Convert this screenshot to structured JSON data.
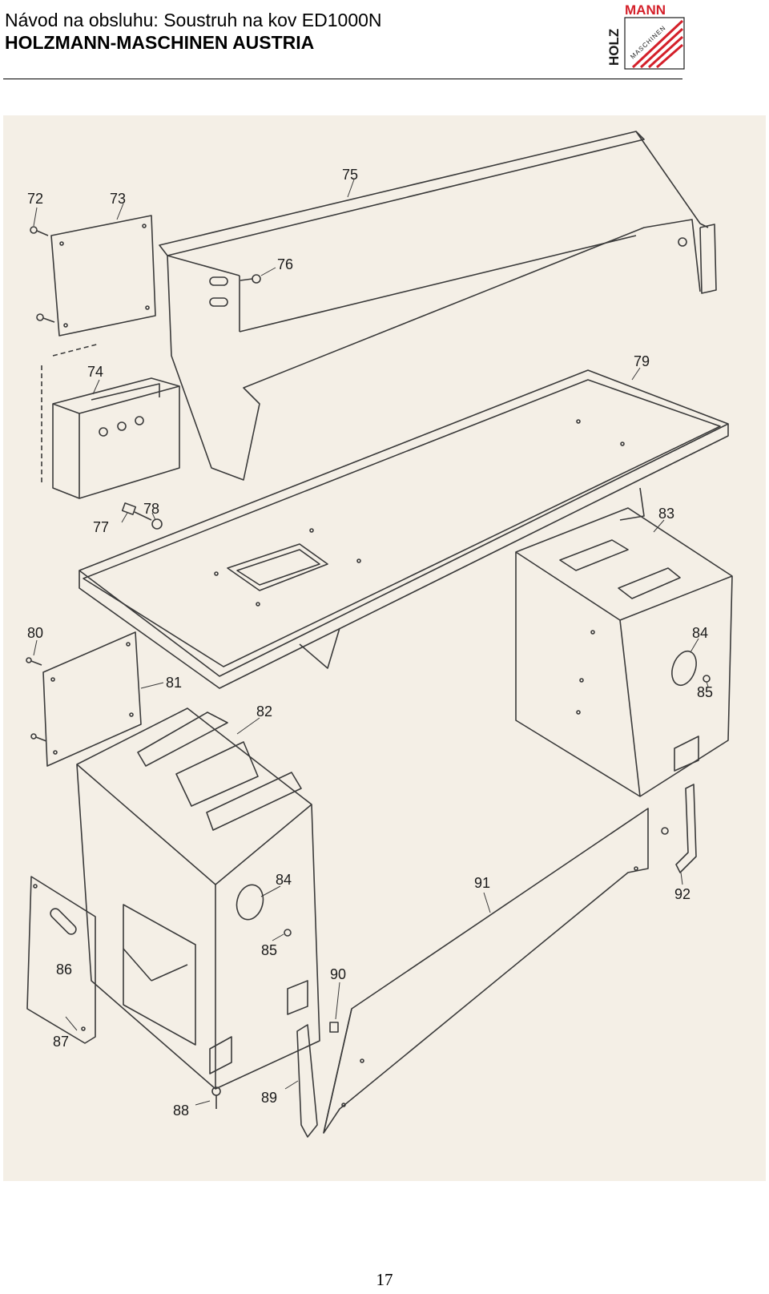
{
  "header": {
    "title": "Návod na obsluhu: Soustruh na kov ED1000N",
    "company": "HOLZMANN-MASCHINEN AUSTRIA"
  },
  "logo": {
    "word_top": "MANN",
    "word_side": "HOLZ",
    "word_diag": "MASCHINEN",
    "accent_color": "#d4202a"
  },
  "diagram": {
    "paper_color": "#f4efe6",
    "line_color": "#3a3a3a",
    "callouts": [
      "72",
      "73",
      "74",
      "75",
      "76",
      "77",
      "78",
      "79",
      "80",
      "81",
      "82",
      "83",
      "84",
      "84",
      "85",
      "85",
      "86",
      "87",
      "88",
      "89",
      "90",
      "91",
      "92"
    ]
  },
  "footer": {
    "page_number": "17"
  }
}
